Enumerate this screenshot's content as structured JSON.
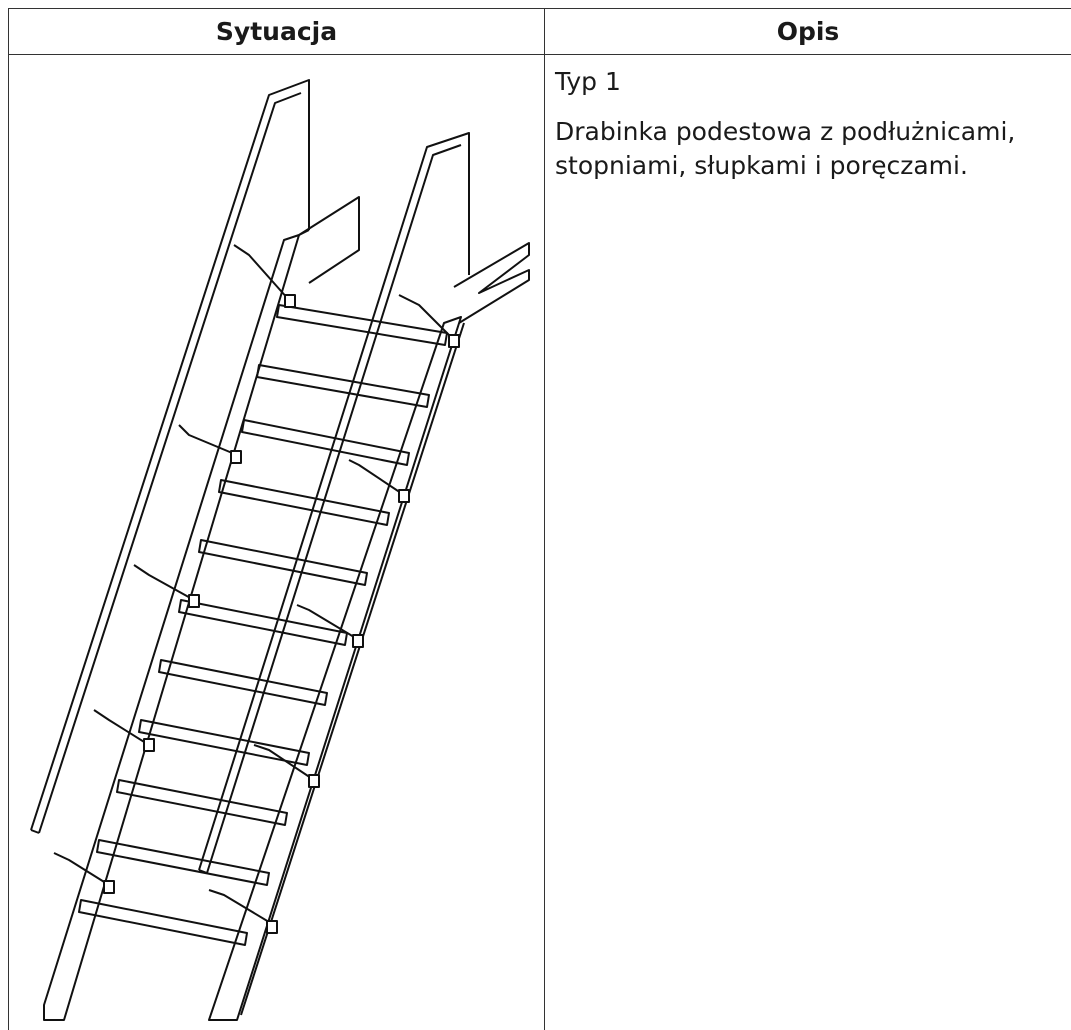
{
  "table": {
    "headers": [
      "Sytuacja",
      "Opis"
    ],
    "row": {
      "image_alt_icon": "staircase-ladder-drawing",
      "type_label": "Typ 1",
      "description": "Drabinka podestowa z podłużnicami,\nstopniami, słupkami i poręczami."
    }
  }
}
